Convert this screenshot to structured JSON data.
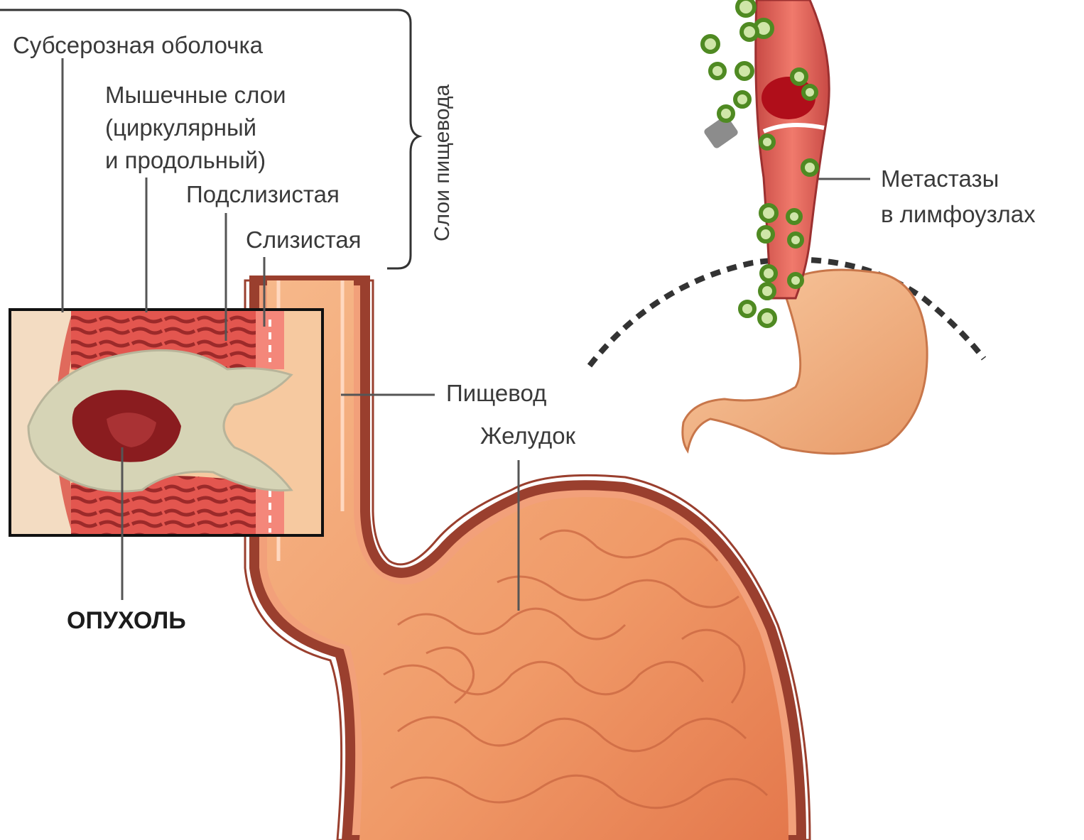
{
  "labels": {
    "subserosa": "Субсерозная оболочка",
    "muscle_line1": "Мышечные слои",
    "muscle_line2": "(циркулярный",
    "muscle_line3": "и продольный)",
    "submucosa": "Подслизистая",
    "mucosa": "Слизистая",
    "layers_bracket": "Слои пищевода",
    "esophagus": "Пищевод",
    "stomach": "Желудок",
    "tumor": "ОПУХОЛЬ",
    "metastases_line1": "Метастазы",
    "metastases_line2": "в лимфоузлах"
  },
  "colors": {
    "stomach_fill": "#f0a070",
    "stomach_wall": "#9a3f2e",
    "esophagus_wall": "#c96a58",
    "muscle": "#e0574f",
    "tumor": "#d8d6b8",
    "tumor_core": "#8a1c1f",
    "lymph_node": "#5a9a2a",
    "leader_line": "#555555"
  }
}
